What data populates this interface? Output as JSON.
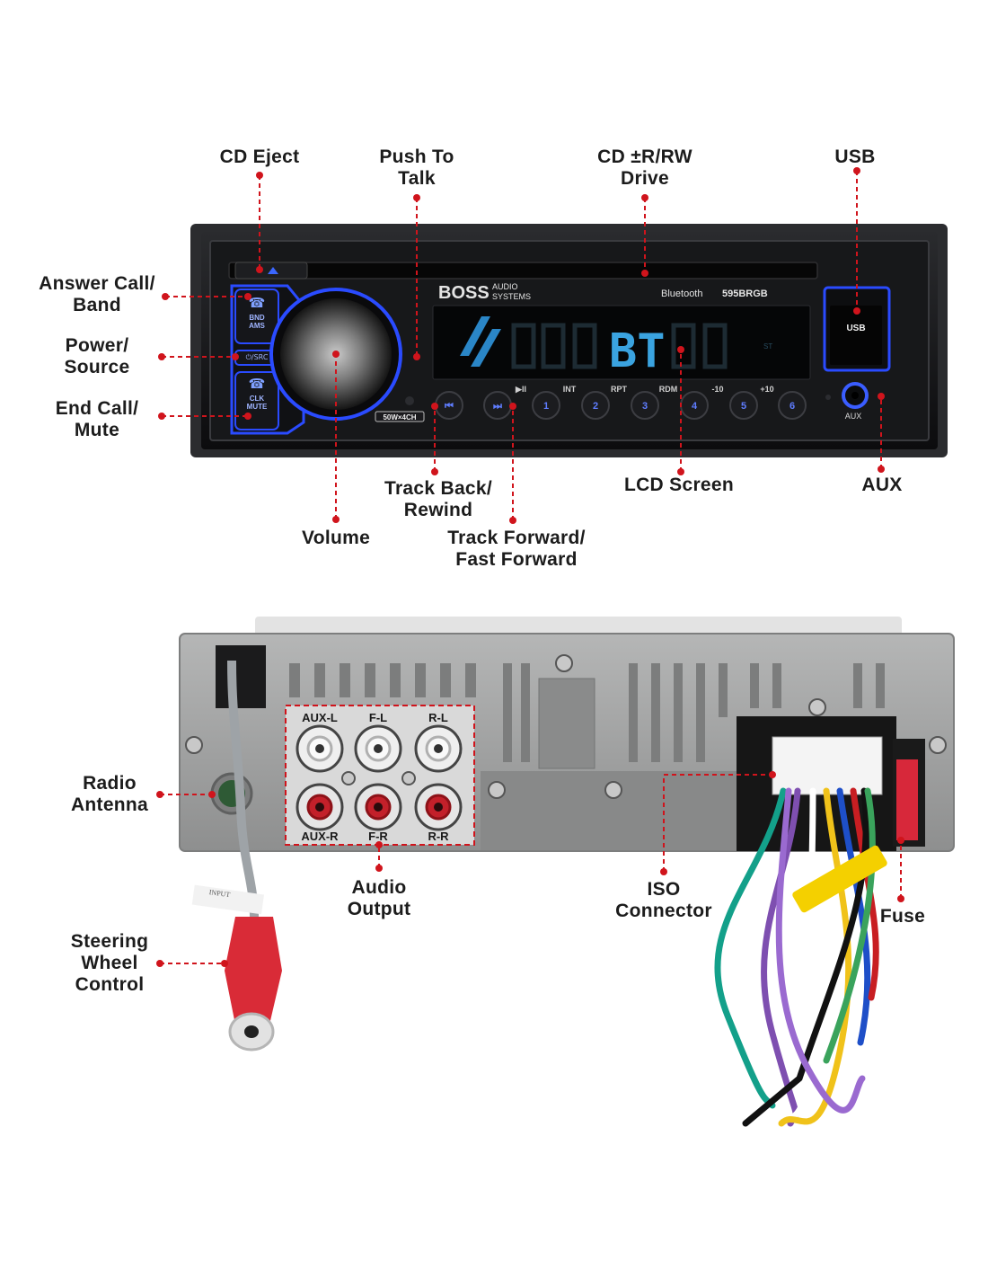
{
  "colors": {
    "leader": "#d0141c",
    "accent_blue": "#2a4bff",
    "lcd_blue": "#3aa3e0",
    "panel_black": "#111214",
    "chassis_grey": "#9b9c9c",
    "rca_red": "#c3202a"
  },
  "callouts": {
    "cd_eject": "CD Eject",
    "push_to_talk": "Push To\nTalk",
    "cd_drive": "CD ±R/RW\nDrive",
    "usb": "USB",
    "answer_call": "Answer Call/\nBand",
    "power_source": "Power/\nSource",
    "end_call": "End Call/\nMute",
    "track_back": "Track Back/\nRewind",
    "lcd_screen": "LCD Screen",
    "aux": "AUX",
    "volume": "Volume",
    "track_forward": "Track Forward/\nFast Forward",
    "radio_antenna": "Radio\nAntenna",
    "audio_output": "Audio\nOutput",
    "iso_connector": "ISO\nConnector",
    "fuse": "Fuse",
    "steering_wheel": "Steering\nWheel\nControl"
  },
  "faceplate": {
    "brand": "BOSS",
    "brand_sub_1": "AUDIO",
    "brand_sub_2": "SYSTEMS",
    "bluetooth": "Bluetooth",
    "model": "595BRGB",
    "lcd_text": "BT",
    "lcd_small": "ST",
    "usb_label": "USB",
    "aux_label": "AUX",
    "power_badge": "50W×4CH",
    "btn_band": "BND\nAMS",
    "btn_src": "⏻/SRC",
    "btn_mute": "CLK\nMUTE",
    "preset_buttons": [
      {
        "icon": "⏮",
        "top": ""
      },
      {
        "icon": "⏭",
        "top": "▶II"
      },
      {
        "icon": "1",
        "top": "INT"
      },
      {
        "icon": "2",
        "top": "RPT"
      },
      {
        "icon": "3",
        "top": "RDM"
      },
      {
        "icon": "4",
        "top": "-10"
      },
      {
        "icon": "5",
        "top": "+10"
      },
      {
        "icon": "6",
        "top": ""
      }
    ]
  },
  "rear_panel": {
    "rca_labels_top": [
      "AUX-L",
      "F-L",
      "R-L"
    ],
    "rca_labels_bottom": [
      "AUX-R",
      "F-R",
      "R-R"
    ],
    "cable_tag": "INPUT"
  }
}
